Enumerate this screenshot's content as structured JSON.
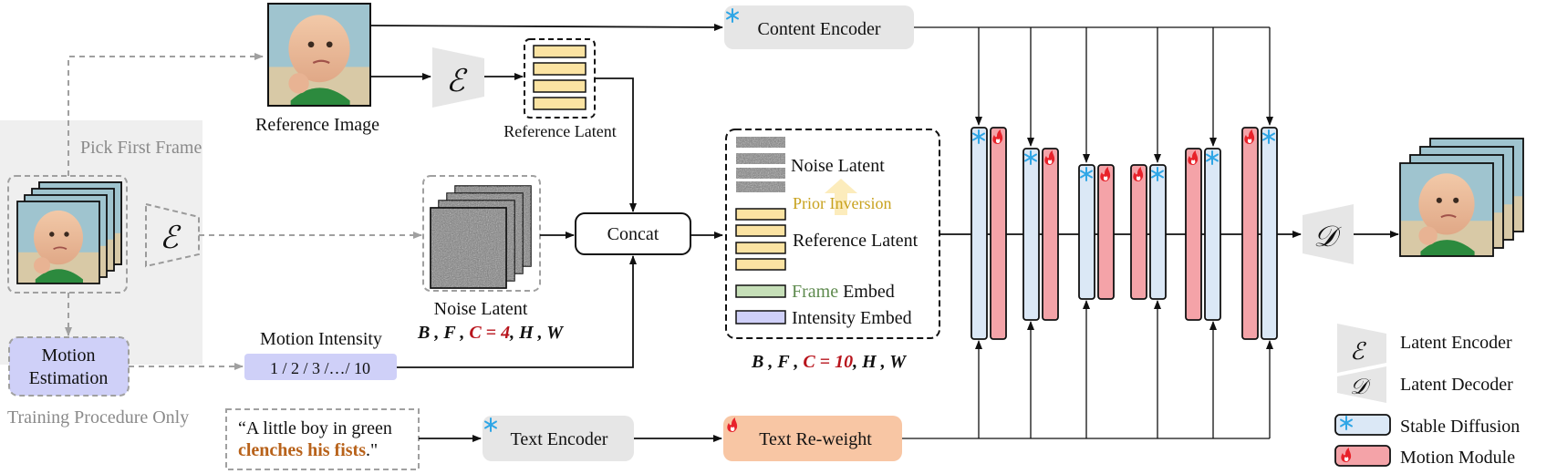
{
  "labels": {
    "content_encoder": "Content Encoder",
    "reference_image": "Reference Image",
    "reference_latent_top": "Reference Latent",
    "pick_first_frame": "Pick First Frame",
    "noise_latent": "Noise Latent",
    "concat": "Concat",
    "motion_intensity": "Motion Intensity",
    "intensity_values": "1 / 2 / 3 /…/ 10",
    "motion_estimation_line1": "Motion",
    "motion_estimation_line2": "Estimation",
    "training_only": "Training Procedure Only",
    "prompt_line1": "“A little boy in green",
    "prompt_highlight": "clenches his fists",
    "prompt_end": ".\"",
    "text_encoder": "Text Encoder",
    "text_reweight": "Text Re-weight",
    "stack_noise_latent": "Noise Latent",
    "prior_inversion": "Prior Inversion",
    "stack_reference_latent": "Reference Latent",
    "frame_embed_word1": "Frame",
    "frame_embed_word2": " Embed",
    "intensity_embed": "Intensity Embed",
    "shape_noise": {
      "p1": "B , F , ",
      "red": "C = 4",
      "p2": ", H , W"
    },
    "shape_stack": {
      "p1": "B , F , ",
      "red": "C = 10",
      "p2": ", H , W"
    }
  },
  "symbols": {
    "encoder": "ℰ",
    "decoder": "𝒟",
    "frozen_icon": "❄",
    "trainable_icon": "🔥"
  },
  "legend": {
    "latent_encoder": "Latent Encoder",
    "latent_decoder": "Latent Decoder",
    "stable_diffusion": "Stable Diffusion",
    "motion_module": "Motion Module"
  },
  "colors": {
    "sd_fill": "#dbe8f6",
    "mm_fill": "#f4a3a8",
    "ref_latent_fill": "#fbe3a2",
    "frame_embed_fill": "#c6dfb8",
    "intensity_embed_fill": "#cfd0f8",
    "motion_est_fill": "#cfd0f8",
    "text_reweight_fill": "#f8c6a4",
    "encoder_box_fill": "#e6e6e6",
    "training_bg": "#efefef",
    "accent_red": "#b8141c",
    "highlight_orange": "#b8621a",
    "prior_inversion_text": "#c8a21e",
    "snow_blue": "#2fa6e6"
  }
}
